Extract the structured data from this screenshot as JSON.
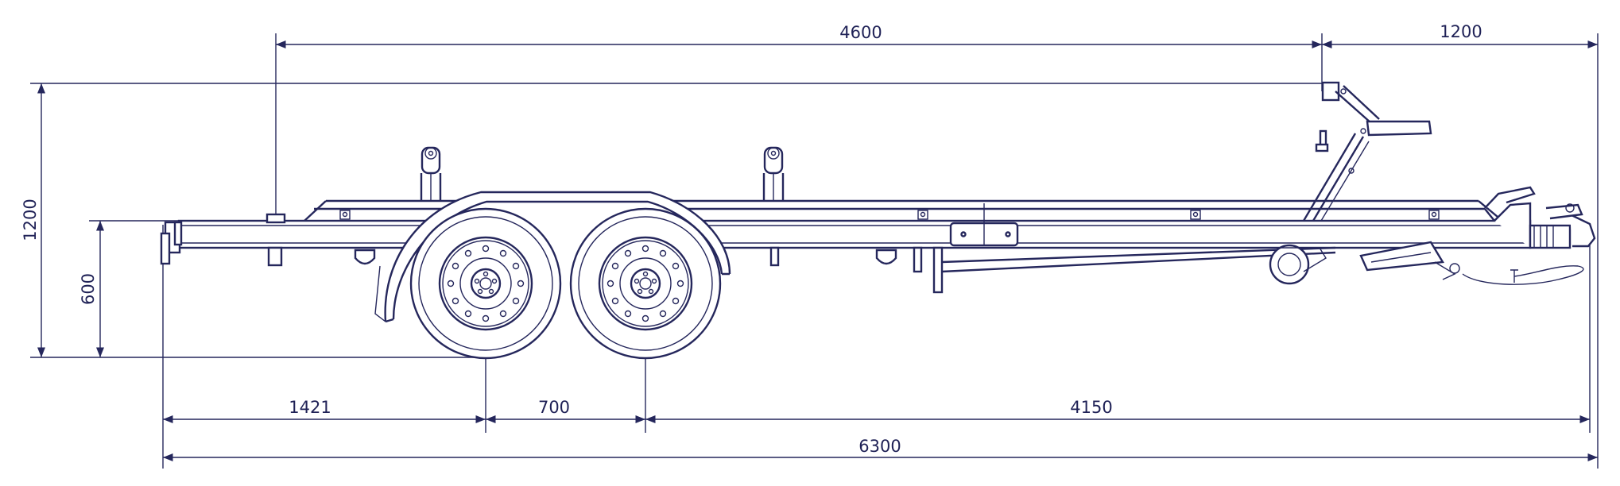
{
  "drawing": {
    "colors": {
      "ink": "#25275c",
      "background": "#ffffff"
    },
    "dimensions": {
      "overall_length": "6300",
      "frame_length": "4600",
      "drawbar_length": "1200",
      "front_to_axle": "1421",
      "axle_spacing": "700",
      "axle_to_coupling": "4150",
      "overall_height": "1200",
      "frame_height": "600"
    }
  }
}
